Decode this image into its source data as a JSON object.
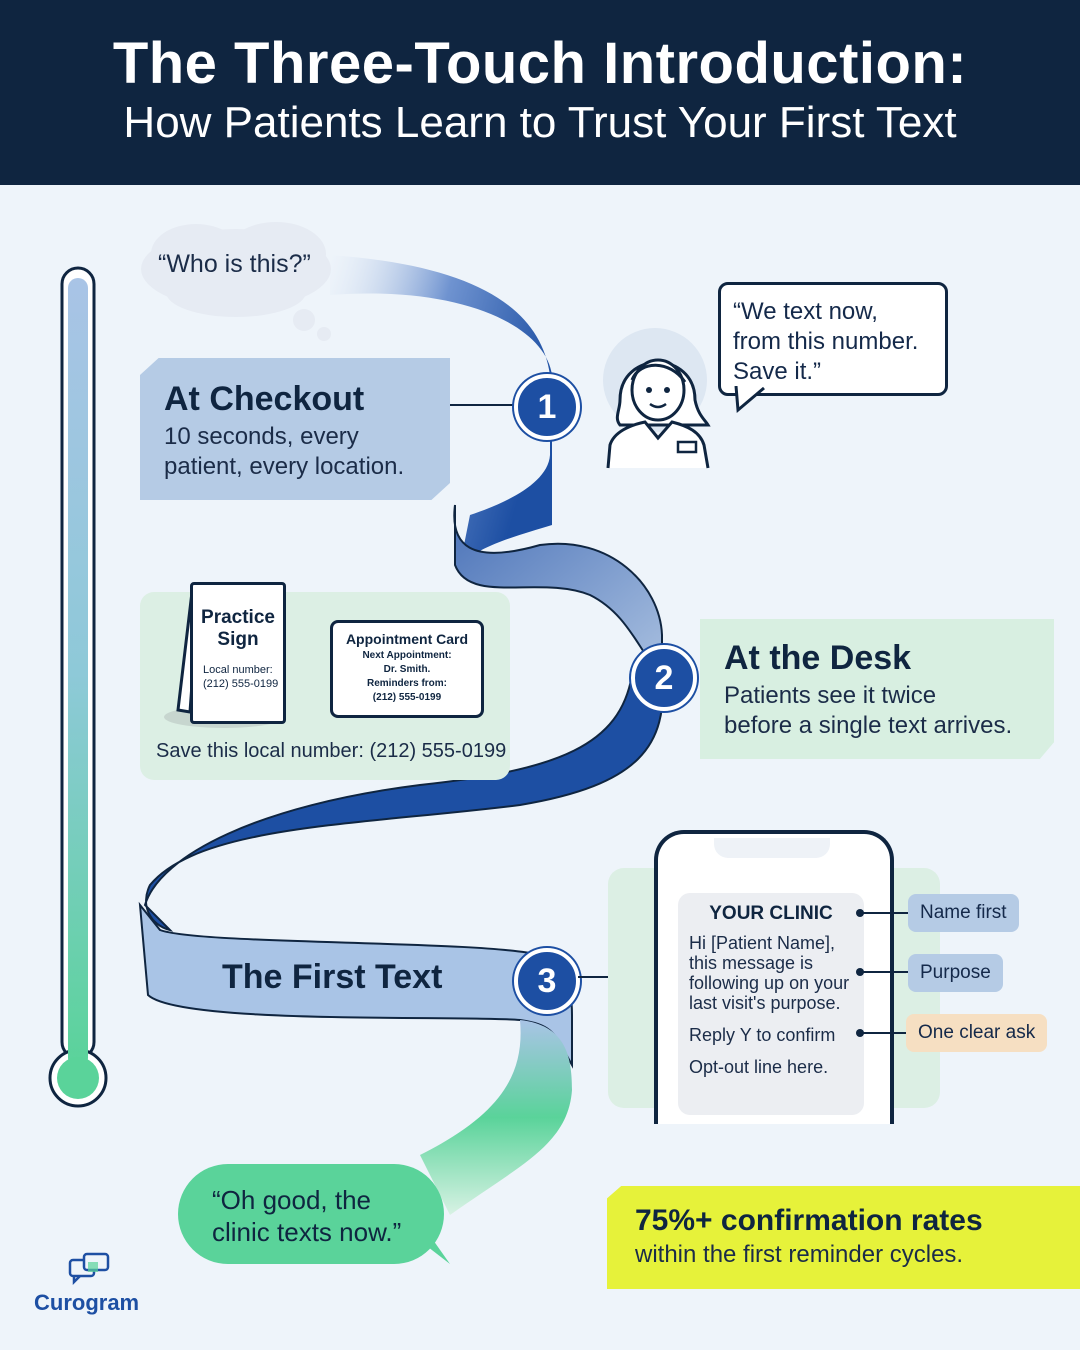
{
  "header": {
    "title": "The Three-Touch Introduction:",
    "subtitle": "How Patients Learn to Trust Your First Text"
  },
  "thought_bubble": {
    "text": "“Who is this?”"
  },
  "step1": {
    "number": "1",
    "title": "At Checkout",
    "body_line1": "10 seconds, every",
    "body_line2": "patient, every location."
  },
  "staff_bubble": {
    "line1": "“We text now,",
    "line2": "from this number.",
    "line3": "Save it.”"
  },
  "desk_items": {
    "sign_title_line1": "Practice",
    "sign_title_line2": "Sign",
    "sign_number_label": "Local number:",
    "sign_number": "(212) 555-0199",
    "card_title": "Appointment Card",
    "card_line1": "Next Appointment:",
    "card_line2": "Dr. Smith.",
    "card_line3": "Reminders from:",
    "card_line4": "(212) 555-0199",
    "caption": "Save this local number: (212) 555-0199"
  },
  "step2": {
    "number": "2",
    "title": "At the Desk",
    "body_line1": "Patients see it twice",
    "body_line2": "before a single text arrives."
  },
  "step3": {
    "number": "3",
    "title": "The First Text"
  },
  "phone_message": {
    "sender": "YOUR CLINIC",
    "body_line1": "Hi [Patient Name],",
    "body_line2": "this message is",
    "body_line3": "following up on your",
    "body_line4": "last visit's purpose.",
    "reply": "Reply Y to confirm",
    "optout": "Opt-out line here."
  },
  "callouts": [
    {
      "label": "Name first",
      "color": "#b5cbe5"
    },
    {
      "label": "Purpose",
      "color": "#b5cbe5"
    },
    {
      "label": "One clear ask",
      "color": "#f6dfc2"
    }
  ],
  "outcome_bubble": {
    "line1": "“Oh good, the",
    "line2": "clinic texts now.”"
  },
  "stat": {
    "headline": "75%+ confirmation rates",
    "body": "within the first reminder cycles."
  },
  "logo": {
    "name": "Curogram",
    "icon": "chat-bubbles-icon"
  },
  "colors": {
    "navy": "#0f2540",
    "ribbon_blue": "#1d4fa3",
    "ribbon_green": "#5ad39a",
    "highlight_yellow": "#e6f23a"
  }
}
